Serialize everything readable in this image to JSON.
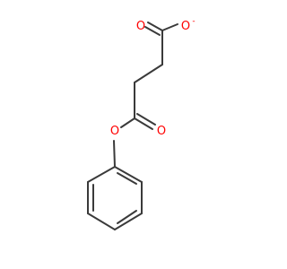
{
  "molecule": {
    "atoms": [
      {
        "id": "o-carbonyl-top",
        "symbol": "O",
        "color": "#ff0000"
      },
      {
        "id": "o-carboxylate",
        "symbol": "O",
        "charge": "-",
        "color": "#ff0000"
      },
      {
        "id": "o-ester-carbonyl",
        "symbol": "O",
        "color": "#ff0000"
      },
      {
        "id": "o-ester-link",
        "symbol": "O",
        "color": "#ff0000"
      }
    ],
    "bond_color": "#3a3a3a"
  }
}
